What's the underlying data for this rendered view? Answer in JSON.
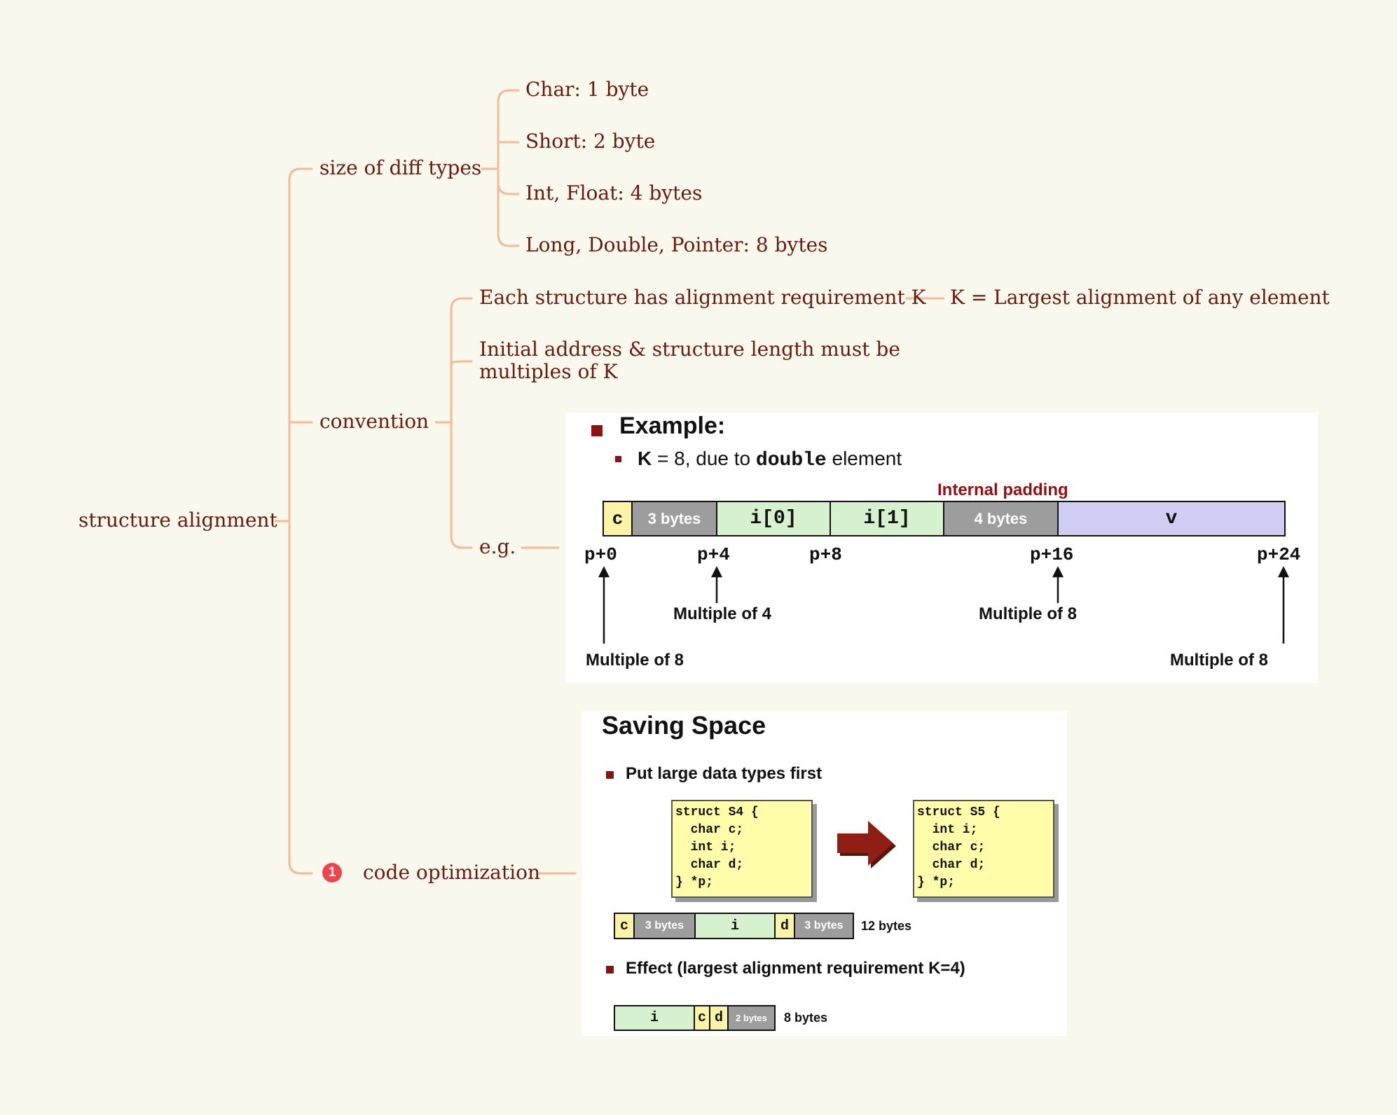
{
  "root": "structure alignment",
  "branches": {
    "size": {
      "label": "size of diff types",
      "items": [
        "Char: 1 byte",
        "Short: 2 byte",
        "Int, Float: 4 bytes",
        "Long, Double, Pointer: 8 bytes"
      ]
    },
    "convention": {
      "label": "convention",
      "k_req": "Each structure has alignment requirement K",
      "k_def": "K = Largest alignment of any element",
      "initial": [
        "Initial address & structure length must be",
        "multiples of K"
      ],
      "eg": "e.g."
    },
    "optimization": {
      "badge": "1",
      "label": "code optimization"
    }
  },
  "example_card": {
    "title": "Example:",
    "sub_k": "K",
    "sub_mid": " = 8, due to ",
    "sub_code": "double",
    "sub_end": " element",
    "padding_label": "Internal padding",
    "cells": [
      "c",
      "3 bytes",
      "i[0]",
      "i[1]",
      "4 bytes",
      "v"
    ],
    "offsets": [
      "p+0",
      "p+4",
      "p+8",
      "p+16",
      "p+24"
    ],
    "notes": [
      "Multiple of 4",
      "Multiple of 8",
      "Multiple of 8",
      "Multiple of 8"
    ]
  },
  "saving_card": {
    "title": "Saving Space",
    "bullet1": "Put large data types first",
    "code_left": [
      "struct S4 {",
      "  char c;",
      "  int i;",
      "  char d;",
      "} *p;"
    ],
    "code_right": [
      "struct S5 {",
      "  int i;",
      "  char c;",
      "  char d;",
      "} *p;"
    ],
    "row1": [
      "c",
      "3 bytes",
      "i",
      "d",
      "3 bytes"
    ],
    "row1_size": "12 bytes",
    "bullet2": "Effect (largest alignment requirement K=4)",
    "row2": [
      "i",
      "c",
      "d",
      "2 bytes"
    ],
    "row2_size": "8 bytes"
  },
  "colors": {
    "connector": "#f6b996",
    "text": "#6b1a0e",
    "badge": "#f0444c",
    "arrow": "#8f1e14"
  }
}
